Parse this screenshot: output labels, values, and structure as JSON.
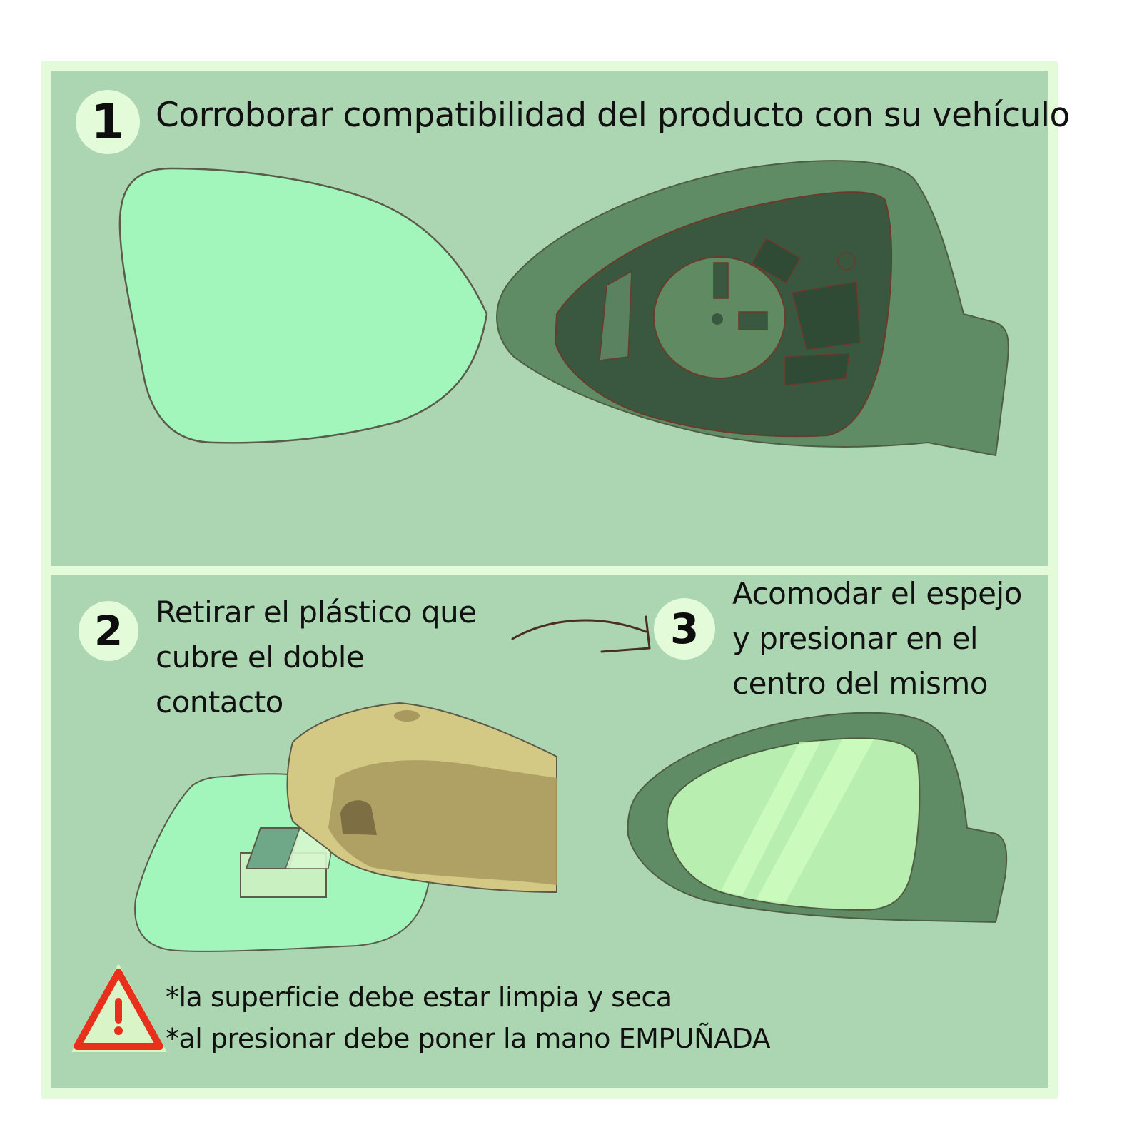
{
  "colors": {
    "frame": "#e4fbd9",
    "panel": "#acd5b2",
    "badge": "#e4fbd9",
    "mirror_glass": "#a2f5bb",
    "housing": "#5e8a62",
    "housing_dark": "#3a5840",
    "skin": "#d4c885",
    "skin_shadow": "#a89a5e",
    "warning_red": "#e8301c",
    "warning_fill": "#d9f5c8"
  },
  "steps": [
    {
      "number": "1",
      "text_lines": [
        "Corroborar compatibilidad del producto con su vehículo"
      ],
      "illustrations": [
        "mirror-glass",
        "mirror-housing-empty"
      ]
    },
    {
      "number": "2",
      "text_lines": [
        "Retirar el plástico que",
        "cubre el doble",
        "contacto"
      ],
      "illustrations": [
        "hand-peeling-tape"
      ]
    },
    {
      "number": "3",
      "text_lines": [
        "Acomodar el espejo",
        "y presionar en el",
        "centro del mismo"
      ],
      "illustrations": [
        "mirror-installed"
      ]
    }
  ],
  "arrow": {
    "icon": "curved-arrow-right",
    "from_step": "2",
    "to_step": "3"
  },
  "warning": {
    "icon": "warning-triangle-icon",
    "glyph": "!",
    "notes": [
      "*la superficie debe estar limpia y seca",
      "*al presionar debe poner la mano EMPUÑADA"
    ]
  }
}
